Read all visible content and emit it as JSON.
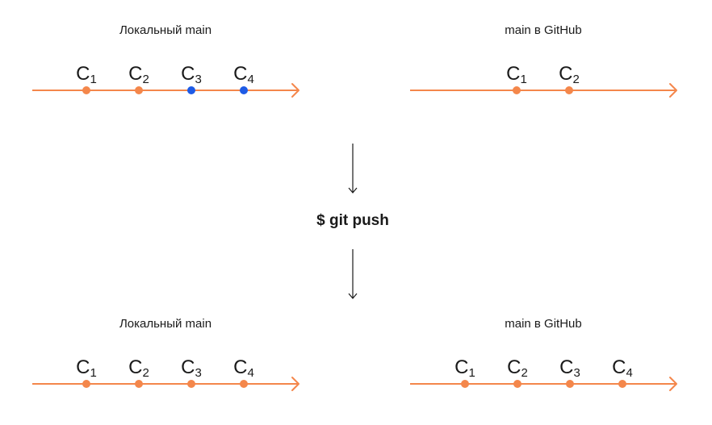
{
  "colors": {
    "line": "#F4874B",
    "commit_pushed": "#F4874B",
    "commit_local_only": "#1E5BE6",
    "text": "#1a1a1a"
  },
  "command": "$ git push",
  "before": {
    "local": {
      "title": "Локальный main",
      "commits": [
        {
          "letter": "C",
          "index": "1",
          "state": "pushed"
        },
        {
          "letter": "C",
          "index": "2",
          "state": "pushed"
        },
        {
          "letter": "C",
          "index": "3",
          "state": "local-only"
        },
        {
          "letter": "C",
          "index": "4",
          "state": "local-only"
        }
      ]
    },
    "remote": {
      "title": "main в GitHub",
      "commits": [
        {
          "letter": "C",
          "index": "1",
          "state": "pushed"
        },
        {
          "letter": "C",
          "index": "2",
          "state": "pushed"
        }
      ]
    }
  },
  "after": {
    "local": {
      "title": "Локальный main",
      "commits": [
        {
          "letter": "C",
          "index": "1",
          "state": "pushed"
        },
        {
          "letter": "C",
          "index": "2",
          "state": "pushed"
        },
        {
          "letter": "C",
          "index": "3",
          "state": "pushed"
        },
        {
          "letter": "C",
          "index": "4",
          "state": "pushed"
        }
      ]
    },
    "remote": {
      "title": "main в GitHub",
      "commits": [
        {
          "letter": "C",
          "index": "1",
          "state": "pushed"
        },
        {
          "letter": "C",
          "index": "2",
          "state": "pushed"
        },
        {
          "letter": "C",
          "index": "3",
          "state": "pushed"
        },
        {
          "letter": "C",
          "index": "4",
          "state": "pushed"
        }
      ]
    }
  }
}
